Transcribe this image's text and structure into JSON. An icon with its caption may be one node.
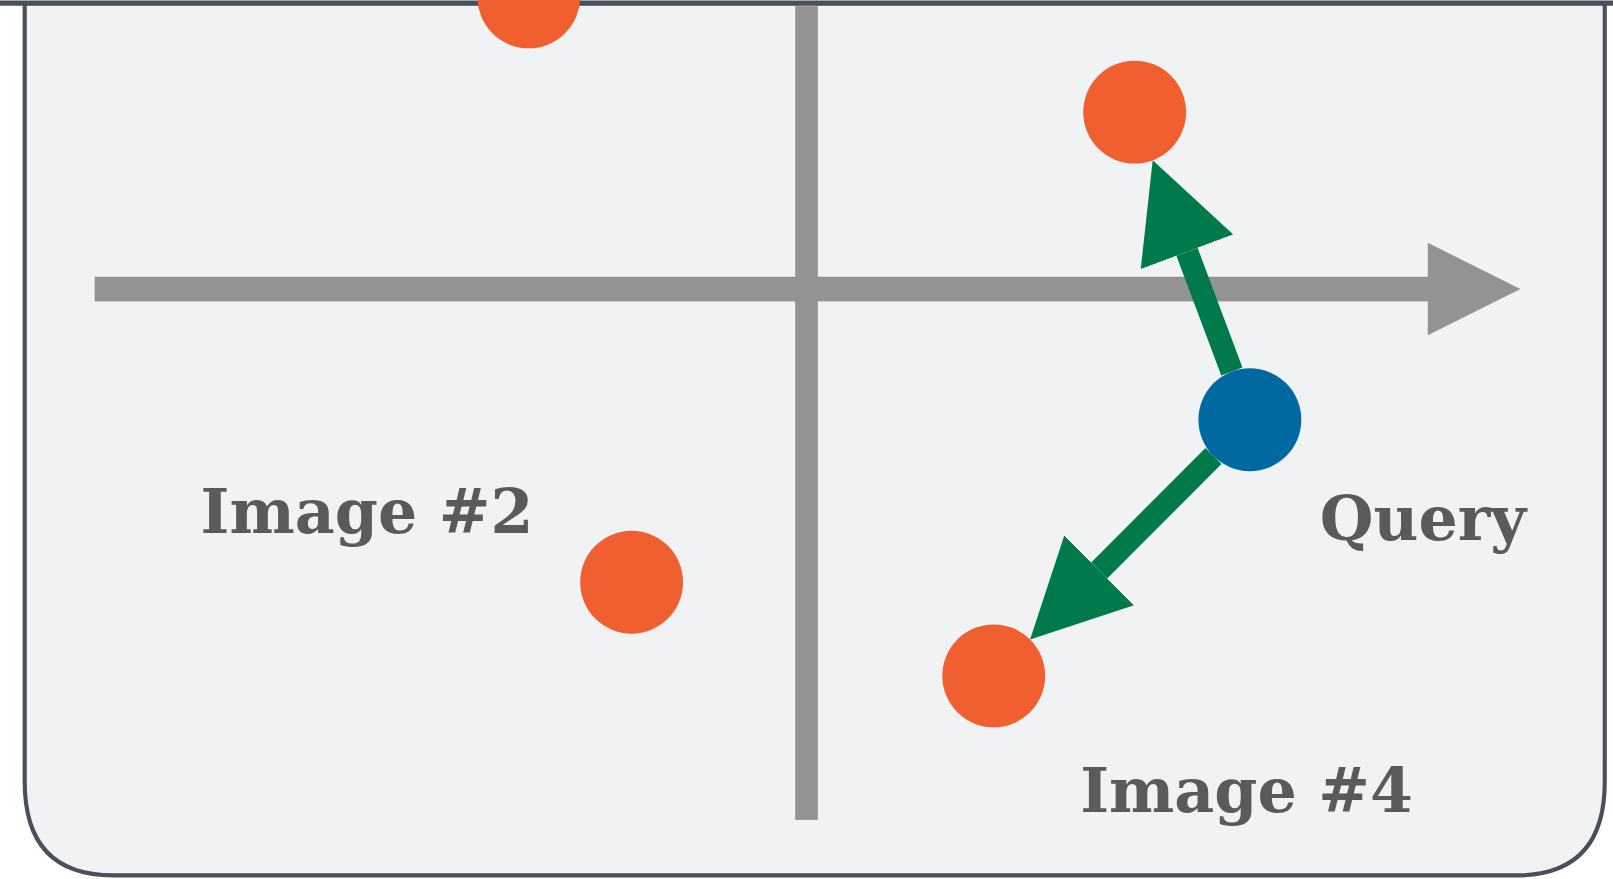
{
  "diagram": {
    "nodes": [
      {
        "text": [],
        "shape": "circle"
      },
      {
        "text": [],
        "shape": "circle"
      },
      {
        "text": [],
        "shape": "circle",
        "beside": [
          "Image #2"
        ]
      },
      {
        "text": [],
        "shape": "circle",
        "beside": [
          "Query"
        ]
      },
      {
        "text": [],
        "shape": "circle",
        "beside": [
          "Image #4"
        ]
      }
    ],
    "edges": [
      {
        "from": 3,
        "to": 1,
        "arrow": "to",
        "color": "#007a4a"
      },
      {
        "from": 3,
        "to": 4,
        "arrow": "to",
        "color": "#007a4a"
      }
    ]
  }
}
